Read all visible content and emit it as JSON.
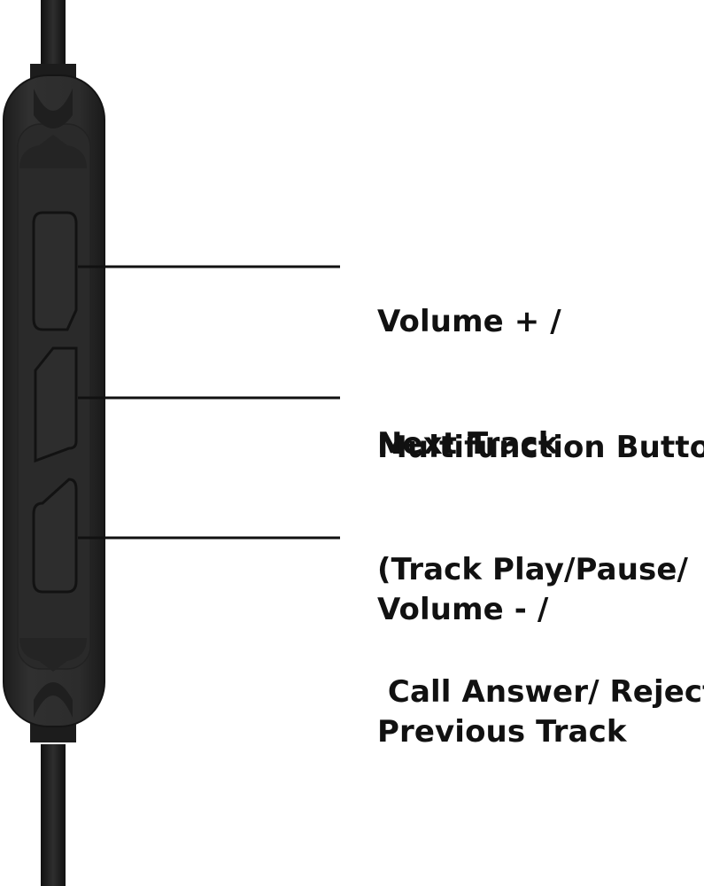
{
  "colors": {
    "background": "#ffffff",
    "remote_body": "#2b2b2b",
    "remote_edge": "#1a1a1a",
    "cable": "#1c1c1c",
    "leader_line": "#111111",
    "text": "#111111"
  },
  "callouts": [
    {
      "id": "volume-up",
      "lines": [
        "Volume + /",
        "Next Track"
      ]
    },
    {
      "id": "multifunction",
      "lines": [
        "Multifunction Button",
        "(Track Play/Pause/",
        " Call Answer/ Reject)"
      ]
    },
    {
      "id": "volume-down",
      "lines": [
        "Volume - /",
        "Previous Track"
      ]
    }
  ]
}
